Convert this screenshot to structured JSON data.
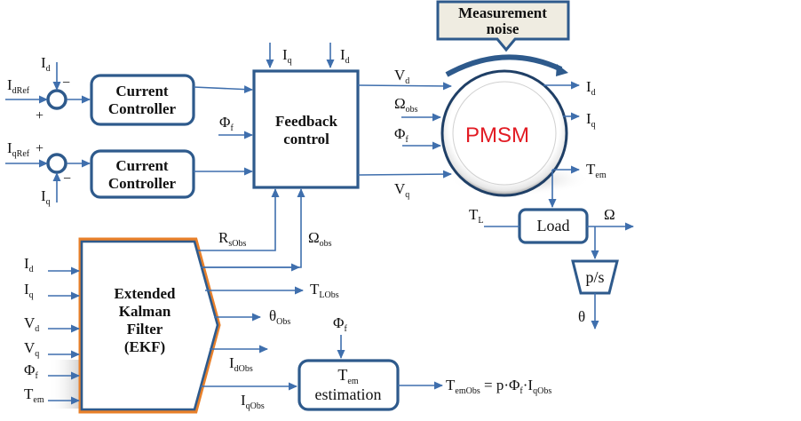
{
  "diagram": {
    "title": "PMSM sensorless control with Extended Kalman Filter",
    "colors": {
      "block_border": "#2e5a8c",
      "wire": "#3f6fad",
      "ekf_outline": "#e8802a",
      "pmsm_text": "#e21b23",
      "noise_box_fill": "#efece1"
    },
    "blocks": {
      "current_controller_d": {
        "line1": "Current",
        "line2": "Controller"
      },
      "current_controller_q": {
        "line1": "Current",
        "line2": "Controller"
      },
      "feedback_control": {
        "line1": "Feedback",
        "line2": "control"
      },
      "pmsm": {
        "label": "PMSM"
      },
      "measurement_noise": {
        "line1": "Measurement",
        "line2": "noise"
      },
      "load": {
        "label": "Load"
      },
      "integrator": {
        "label": "p/s"
      },
      "ekf": {
        "line1": "Extended",
        "line2": "Kalman",
        "line3": "Filter",
        "line4": "(EKF)"
      },
      "tem_estimation": {
        "main": "T",
        "sub": "em",
        "line2": "estimation"
      }
    },
    "summing_junctions": {
      "d": {
        "plus": "+",
        "minus": "−"
      },
      "q": {
        "plus": "+",
        "minus": "−"
      }
    },
    "signals": {
      "id_ref": {
        "main": "I",
        "sub": "dRef"
      },
      "id_fb": {
        "main": "I",
        "sub": "d"
      },
      "iq_ref": {
        "main": "I",
        "sub": "qRef"
      },
      "iq_fb": {
        "main": "I",
        "sub": "q"
      },
      "fb_iq": {
        "main": "I",
        "sub": "q"
      },
      "fb_id": {
        "main": "I",
        "sub": "d"
      },
      "fb_phif": {
        "main": "Φ",
        "sub": "f"
      },
      "vd": {
        "main": "V",
        "sub": "d"
      },
      "vq": {
        "main": "V",
        "sub": "q"
      },
      "pmsm_omega_obs": {
        "main": "Ω",
        "sub": "obs"
      },
      "pmsm_phif": {
        "main": "Φ",
        "sub": "f"
      },
      "out_id": {
        "main": "I",
        "sub": "d"
      },
      "out_iq": {
        "main": "I",
        "sub": "q"
      },
      "out_tem": {
        "main": "T",
        "sub": "em"
      },
      "tl": {
        "main": "T",
        "sub": "L"
      },
      "omega": {
        "main": "Ω",
        "sub": ""
      },
      "theta": {
        "main": "θ",
        "sub": ""
      },
      "rs_obs": {
        "main": "R",
        "sub": "sObs"
      },
      "omega_obs": {
        "main": "Ω",
        "sub": "obs"
      },
      "tl_obs": {
        "main": "T",
        "sub": "LObs"
      },
      "theta_obs": {
        "main": "θ",
        "sub": "Obs"
      },
      "id_obs": {
        "main": "I",
        "sub": "dObs"
      },
      "iq_obs": {
        "main": "I",
        "sub": "qObs"
      },
      "est_phif": {
        "main": "Φ",
        "sub": "f"
      },
      "ekf_in_id": {
        "main": "I",
        "sub": "d"
      },
      "ekf_in_iq": {
        "main": "I",
        "sub": "q"
      },
      "ekf_in_vd": {
        "main": "V",
        "sub": "d"
      },
      "ekf_in_vq": {
        "main": "V",
        "sub": "q"
      },
      "ekf_in_phif": {
        "main": "Φ",
        "sub": "f"
      },
      "ekf_in_tem": {
        "main": "T",
        "sub": "em"
      }
    },
    "equation": {
      "lhs_main": "T",
      "lhs_sub": "emObs",
      "eq": " = p·Φ",
      "phi_sub": "f",
      "dot_i": "·I",
      "i_sub": "qObs"
    }
  }
}
